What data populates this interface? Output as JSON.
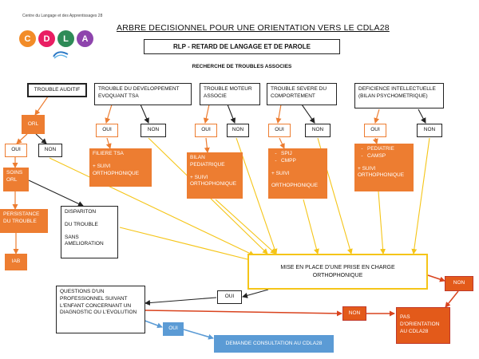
{
  "logo": {
    "caption": "Centre du Langage et des Apprentissages 28",
    "letters": [
      "C",
      "D",
      "L",
      "A"
    ],
    "colors": [
      "#f28c28",
      "#e91e63",
      "#2e8b57",
      "#8e44ad"
    ]
  },
  "title": "ARBRE DECISIONNEL POUR UNE ORIENTATION VERS LE CDLA28",
  "subtitle": "RLP - RETARD DE LANGAGE ET DE PAROLE",
  "section_title": "RECHERCHE DE TROUBLES ASSOCIES",
  "categories": {
    "auditif": "TROUBLE AUDITIF",
    "tsa": "TROUBLE DU DEVELOPPEMENT EVOQUANT TSA",
    "moteur": "TROUBLE MOTEUR ASSOCIE",
    "comportement": "TROUBLE SEVERE DU COMPORTEMENT",
    "intellect": "DEFICIENCE INTELLECTUELLE (BILAN PSYCHOMETRIQUE)"
  },
  "oui": "OUI",
  "non": "NON",
  "auditif_path": {
    "orl": "ORL",
    "soins": "SOINS ORL",
    "persistance": "PERSISTANCE DU TROUBLE",
    "iab": "IAB",
    "disparition_line1": "DISPARITON",
    "disparition_line2": "DU TROUBLE",
    "disparition_line3": "SANS AMELIORATION"
  },
  "outcomes": {
    "tsa_line1": "FILIERE TSA",
    "tsa_line2": "+ SUIVI ORTHOPHONIQUE",
    "moteur_line1": "BILAN PEDIATRIQUE",
    "moteur_line2": "+ SUIVI ORTHOPHONIQUE",
    "comportement_items": [
      "SPIJ",
      "CMPP"
    ],
    "comportement_line2": "+ SUIVI",
    "comportement_line3": "ORTHOPHONIQUE",
    "intellect_items": [
      "PEDIATRIE",
      "CAMSP"
    ],
    "intellect_line2": "+ SUIVI ORTHOPHONIQUE"
  },
  "central": "MISE EN PLACE D'UNE PRISE EN CHARGE ORTHOPHONIQUE",
  "question": "QUESTIONS D'UN PROFESSIONNEL SUIVANT L'ENFANT CONCERNANT UN DIAGNOSTIC OU L'EVOLUTION",
  "pas_orientation": "PAS D'ORIENTATION AU CDLA28",
  "demande": "DEMANDE CONSULTATION AU CDLA28"
}
